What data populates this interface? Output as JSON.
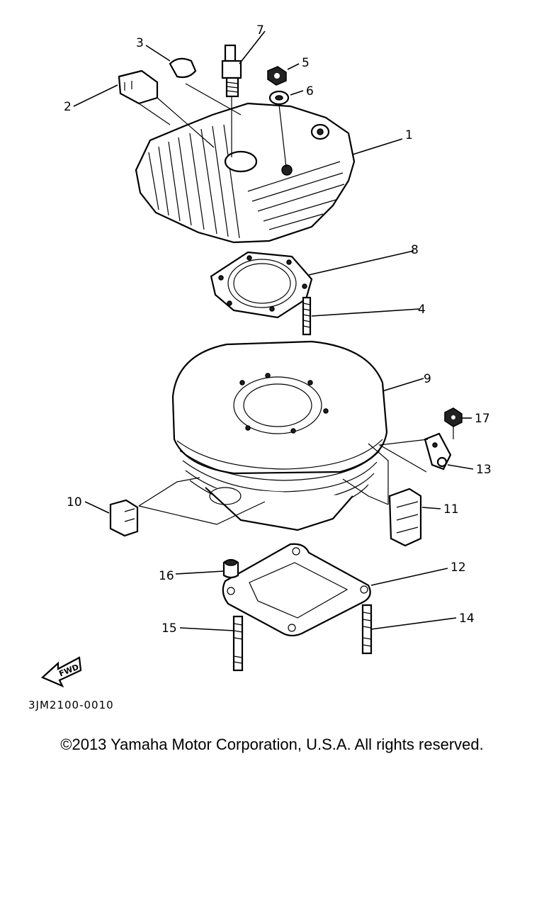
{
  "diagram": {
    "callouts": {
      "c1": "1",
      "c2": "2",
      "c3": "3",
      "c4": "4",
      "c5": "5",
      "c6": "6",
      "c7": "7",
      "c8": "8",
      "c9": "9",
      "c10": "10",
      "c11": "11",
      "c12": "12",
      "c13": "13",
      "c14": "14",
      "c15": "15",
      "c16": "16",
      "c17": "17"
    },
    "fwd_label": "FWD",
    "drawing_code": "3JM2100-0010"
  },
  "footer": {
    "copyright": "©2013 Yamaha Motor Corporation, U.S.A. All rights reserved."
  }
}
